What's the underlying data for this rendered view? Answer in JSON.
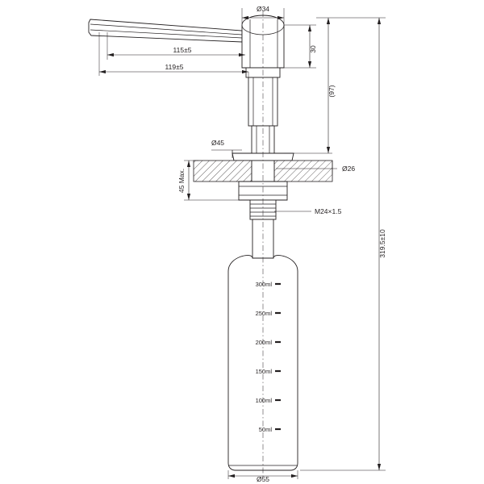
{
  "drawing": {
    "title": "Soap dispenser technical drawing",
    "units": "mm",
    "dimensions": {
      "spout_diameter": "Ø34",
      "spout_height": "30",
      "pump_length_inner": "115±5",
      "pump_length_outer": "119±5",
      "head_height_ref": "(97)",
      "flange_diameter": "Ø45",
      "tube_diameter": "Ø26",
      "thread": "M24×1.5",
      "counter_thickness": "45 Max.",
      "total_height": "319.5±10",
      "bottle_diameter": "Ø55"
    },
    "volume_marks": [
      {
        "label": "300ml"
      },
      {
        "label": "250ml"
      },
      {
        "label": "200ml"
      },
      {
        "label": "150ml"
      },
      {
        "label": "100ml"
      },
      {
        "label": "50ml"
      }
    ],
    "colors": {
      "line": "#231f20",
      "background": "#ffffff"
    }
  }
}
